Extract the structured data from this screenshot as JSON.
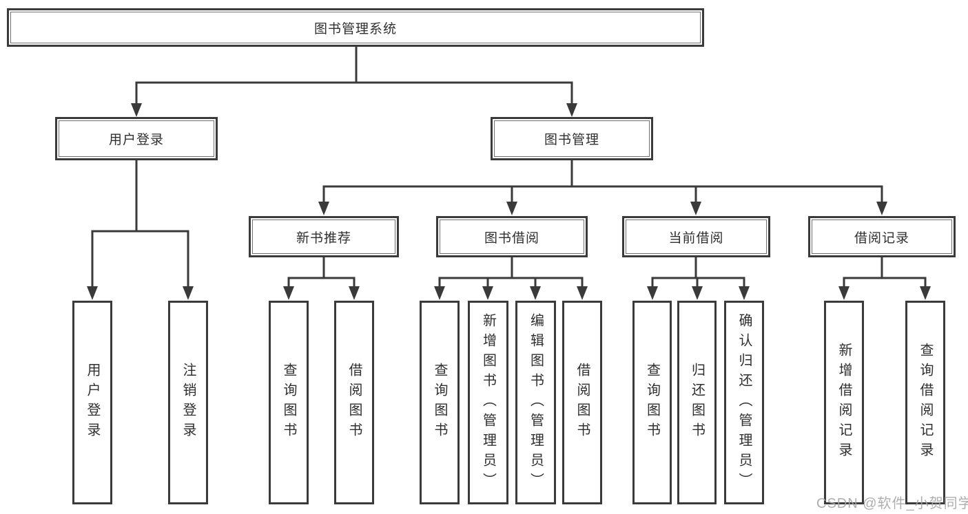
{
  "nodes": {
    "root": "图书管理系统",
    "level2": {
      "user_login": "用户登录",
      "book_mgmt": "图书管理"
    },
    "level3": {
      "new_book_rec": "新书推荐",
      "book_borrow": "图书借阅",
      "current_borrow": "当前借阅",
      "borrow_record": "借阅记录"
    },
    "leaves": {
      "user_login": [
        "用户登录",
        "注销登录"
      ],
      "new_book_rec": [
        "查询图书",
        "借阅图书"
      ],
      "book_borrow": [
        "查询图书",
        "新增图书（管理员）",
        "编辑图书（管理员）",
        "借阅图书"
      ],
      "current_borrow": [
        "查询图书",
        "归还图书",
        "确认归还（管理员）"
      ],
      "borrow_record": [
        "新增借阅记录",
        "查询借阅记录"
      ]
    }
  },
  "watermark": "CSDN @软件_小贺同学",
  "colors": {
    "line": "#3a3a3a",
    "box_border": "#3a3a3a",
    "text": "#2f2f2f",
    "watermark": "#a5a5a5",
    "background": "#ffffff"
  }
}
